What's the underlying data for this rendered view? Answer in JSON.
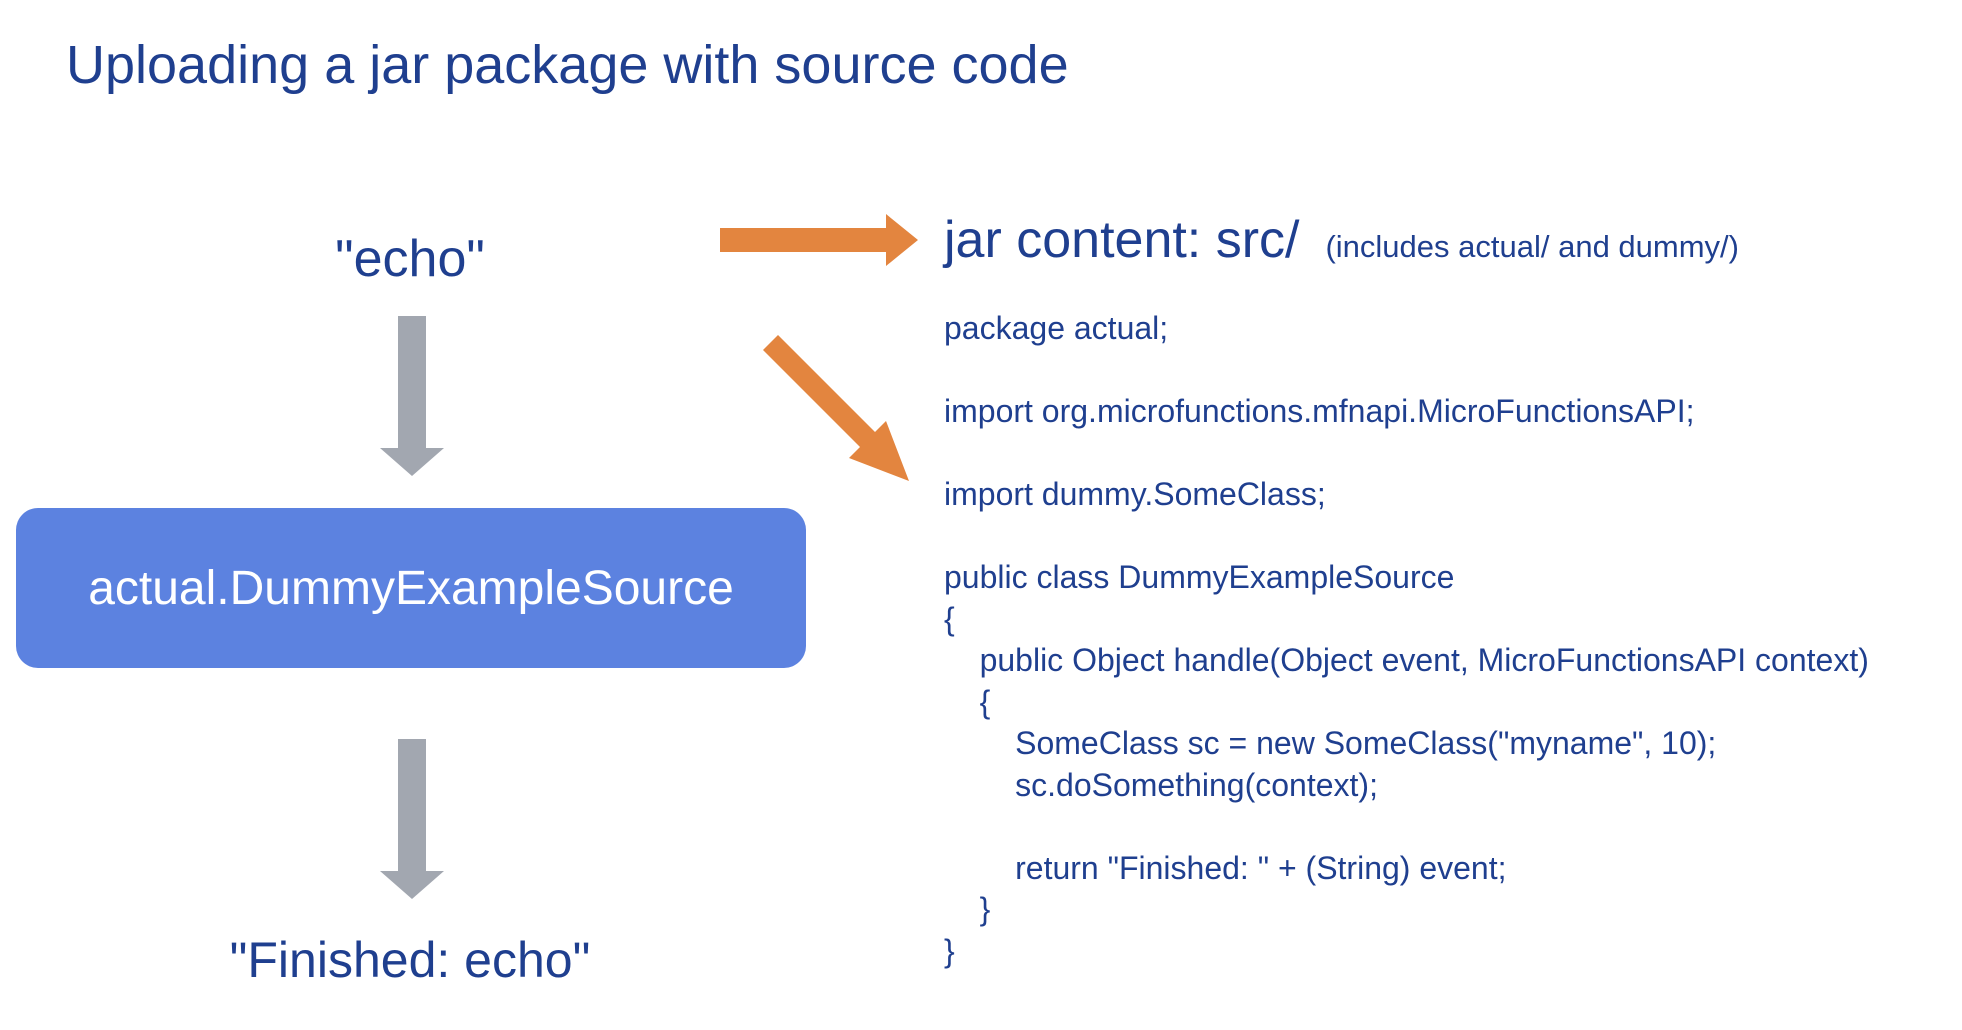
{
  "title": "Uploading a jar package with source code",
  "flow": {
    "input": "\"echo\"",
    "handler": "actual.DummyExampleSource",
    "output": "\"Finished: echo\""
  },
  "jar": {
    "heading": "jar content: src/",
    "note": "(includes actual/ and dummy/)"
  },
  "code_lines": [
    "package actual;",
    "",
    "import org.microfunctions.mfnapi.MicroFunctionsAPI;",
    "",
    "import dummy.SomeClass;",
    "",
    "public class DummyExampleSource",
    "{",
    "    public Object handle(Object event, MicroFunctionsAPI context)",
    "    {",
    "        SomeClass sc = new SomeClass(\"myname\", 10);",
    "        sc.doSomething(context);",
    "",
    "        return \"Finished: \" + (String) event;",
    "    }",
    "}"
  ],
  "colors": {
    "title_text": "#1f3f8f",
    "handler_box": "#5c82e0",
    "gray_arrow": "#a2a7b0",
    "orange_arrow": "#e3853f"
  }
}
